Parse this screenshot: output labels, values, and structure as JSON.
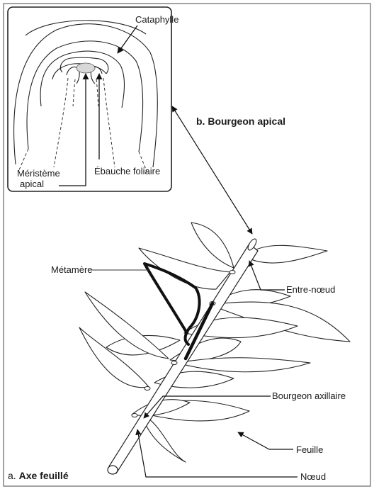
{
  "figure": {
    "inset": {
      "cataphylle": "Cataphylle",
      "meristeme_line1": "Méristème",
      "meristeme_line2": "apical",
      "ebauche": "Ébauche foliaire"
    },
    "bourgeon_apical_title": "b. Bourgeon apical",
    "metamere": "Métamère",
    "entre_noeud": "Entre-nœud",
    "bourgeon_axillaire": "Bourgeon axillaire",
    "feuille": "Feuille",
    "noeud": "Nœud",
    "axe_prefix": "a. ",
    "axe_title": "Axe feuillé"
  }
}
